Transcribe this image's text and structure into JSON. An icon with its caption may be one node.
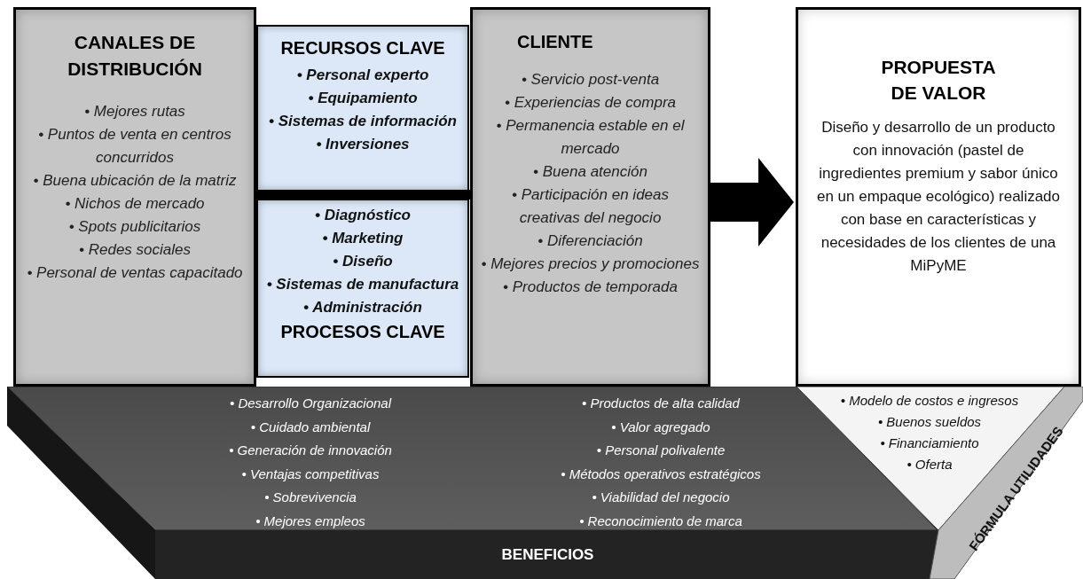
{
  "diagram": {
    "nodes": [
      {
        "text": [
          "CANALES DE DISTRIBUCIÓN",
          "• Mejores rutas",
          "• Puntos de venta en centros concurridos",
          "• Buena ubicación de la matriz",
          "• Nichos de mercado",
          "• Spots publicitarios",
          "• Redes sociales",
          "• Personal de ventas capacitado"
        ]
      },
      {
        "text": [
          "RECURSOS CLAVE",
          "• Personal experto",
          "• Equipamiento",
          "• Sistemas de información",
          "• Inversiones"
        ]
      },
      {
        "text": [
          "• Diagnóstico",
          "• Marketing",
          "• Diseño",
          "• Sistemas de manufactura",
          "• Administración",
          "PROCESOS CLAVE"
        ]
      },
      {
        "text": [
          "CLIENTE",
          "• Servicio post-venta",
          "• Experiencias de compra",
          "• Permanencia estable en el mercado",
          "• Buena atención",
          "• Participación en ideas creativas del negocio",
          "• Diferenciación",
          "• Mejores precios y promociones",
          "• Productos de temporada"
        ]
      },
      {
        "text": [
          "PROPUESTA DE VALOR",
          "Diseño y desarrollo de un producto con innovación (pastel de ingredientes premium y sabor único en un empaque ecológico) realizado con base en características y necesidades de los clientes de una MiPyME"
        ]
      },
      {
        "text": [
          "• Desarrollo Organizacional",
          "• Cuidado ambiental",
          "• Generación de innovación",
          "• Ventajas competitivas",
          "• Sobrevivencia",
          "• Mejores empleos",
          "• Productos de alta calidad",
          "• Valor agregado",
          "• Personal polivalente",
          "• Métodos operativos estratégicos",
          "• Viabilidad del negocio",
          "• Reconocimiento de marca",
          "BENEFICIOS"
        ]
      },
      {
        "text": [
          "• Modelo de costos e ingresos",
          "• Buenos sueldos",
          "• Financiamiento",
          "• Oferta",
          "FÓRMULA UTILIDADES"
        ]
      }
    ],
    "edges": [
      {
        "from": 3,
        "to": 4,
        "arrow": "to"
      }
    ]
  }
}
